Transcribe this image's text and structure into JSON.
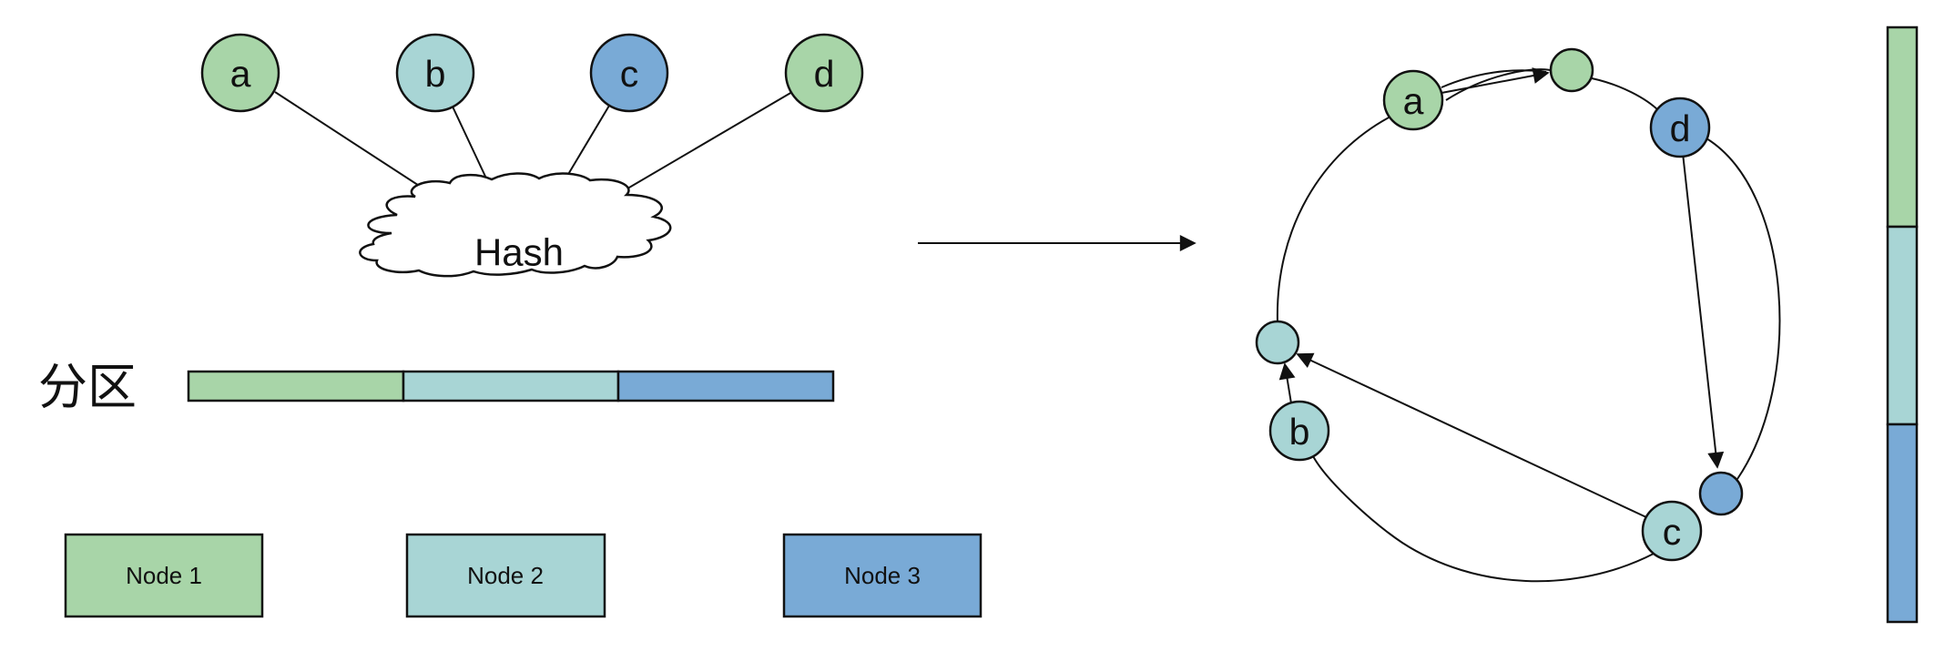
{
  "colors": {
    "green": "#a8d5a8",
    "teal": "#a8d5d5",
    "blue": "#79aad6",
    "stroke": "#111111",
    "background": "#ffffff"
  },
  "keys": [
    {
      "label": "a",
      "color": "green"
    },
    {
      "label": "b",
      "color": "teal"
    },
    {
      "label": "c",
      "color": "blue"
    },
    {
      "label": "d",
      "color": "green"
    }
  ],
  "hash": {
    "label": "Hash"
  },
  "partition": {
    "label": "分区",
    "segments": [
      "green",
      "teal",
      "blue"
    ]
  },
  "nodes": [
    {
      "label": "Node 1",
      "color": "green"
    },
    {
      "label": "Node 2",
      "color": "teal"
    },
    {
      "label": "Node 3",
      "color": "blue"
    }
  ],
  "ring": {
    "keys": [
      {
        "label": "a",
        "color": "green"
      },
      {
        "label": "b",
        "color": "teal"
      },
      {
        "label": "c",
        "color": "teal"
      },
      {
        "label": "d",
        "color": "blue"
      }
    ],
    "node_points": [
      "green",
      "teal",
      "blue"
    ]
  },
  "vertical_bar": {
    "segments": [
      "green",
      "teal",
      "blue"
    ]
  }
}
